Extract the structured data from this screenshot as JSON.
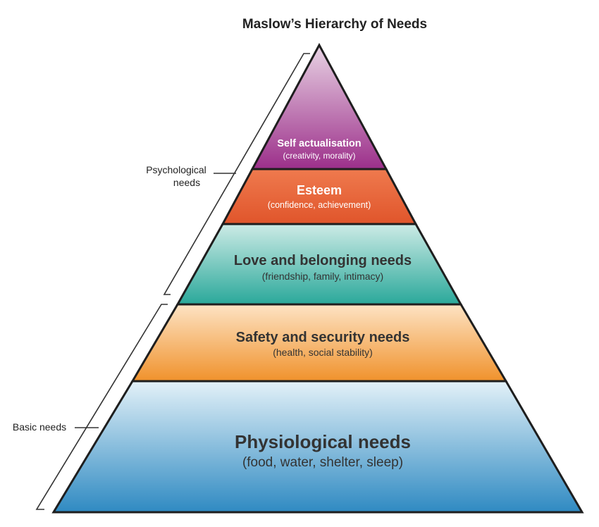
{
  "title": "Maslow’s Hierarchy of Needs",
  "levels": [
    {
      "name": "Self actualisation",
      "desc": "(creativity, morality)",
      "color_top": "#e8d3e4",
      "color_bottom": "#9c2f8a",
      "text_color": "#ffffff"
    },
    {
      "name": "Esteem",
      "desc": "(confidence, achievement)",
      "color_top": "#ef7a4e",
      "color_bottom": "#e0552b",
      "text_color": "#ffffff"
    },
    {
      "name": "Love and belonging needs",
      "desc": "(friendship, family, intimacy)",
      "color_top": "#cdebe6",
      "color_bottom": "#2aa89a",
      "text_color": "#333333"
    },
    {
      "name": "Safety and security needs",
      "desc": "(health, social stability)",
      "color_top": "#fde3c4",
      "color_bottom": "#f0922c",
      "text_color": "#333333"
    },
    {
      "name": "Physiological needs",
      "desc": "(food, water, shelter, sleep)",
      "color_top": "#e3f1f8",
      "color_bottom": "#2f8ac2",
      "text_color": "#333333"
    }
  ],
  "side_labels": {
    "psychological": [
      "Psychological",
      "needs"
    ],
    "basic": "Basic needs"
  }
}
